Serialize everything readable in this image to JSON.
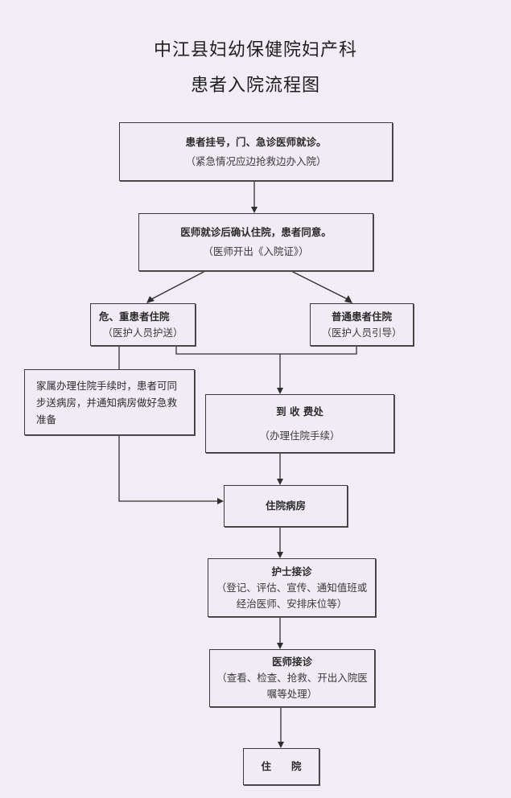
{
  "title": {
    "line1": "中江县妇幼保健院妇产科",
    "line2": "患者入院流程图"
  },
  "nodes": {
    "registration": {
      "main": "患者挂号，门、急诊医师就诊。",
      "sub": "（紧急情况应边抢救边办入院）"
    },
    "confirm": {
      "main": "医师就诊后确认住院，患者同意。",
      "sub": "（医师开出《入院证》）"
    },
    "critical": {
      "main": "危、重患者住院",
      "sub": "（医护人员护送）"
    },
    "normal": {
      "main": "普通患者住院",
      "sub": "（医护人员引导）"
    },
    "family": {
      "main": "家属办理住院手续时，患者可同步送病房，并通知病房做好急救准备"
    },
    "cashier": {
      "main": "到 收 费处",
      "sub": "（办理住院手续）"
    },
    "ward": {
      "main": "住院病房"
    },
    "nurse": {
      "main": "护士接诊",
      "sub": "（登记、评估、宣传、通知值班或经治医师、安排床位等）"
    },
    "doctor": {
      "main": "医师接诊",
      "sub": "（查看、检查、抢救、开出入院医嘱等处理）"
    },
    "admitted": {
      "main": "住　　院"
    }
  },
  "colors": {
    "background": "#f1ecf6",
    "line": "#2f2f2f"
  }
}
